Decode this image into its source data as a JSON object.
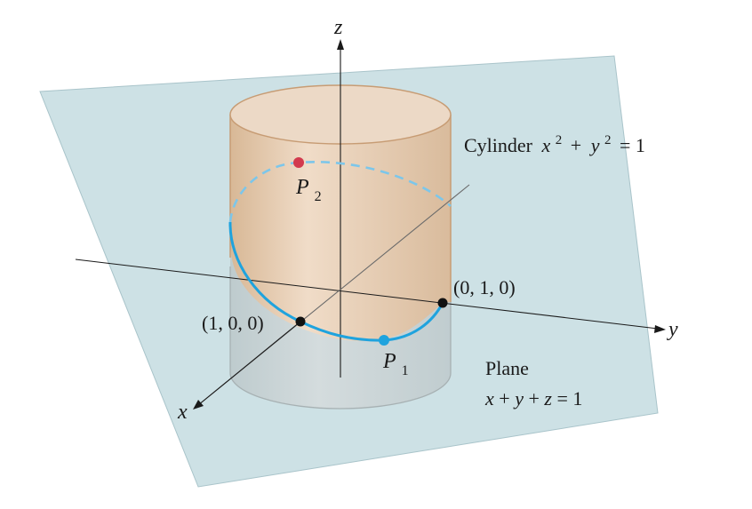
{
  "labels": {
    "axis_z": "z",
    "axis_y": "y",
    "axis_x": "x",
    "cylinder_word": "Cylinder",
    "cylinder_eq_x": "x",
    "cylinder_exp_x": "2",
    "cylinder_plus": "+",
    "cylinder_eq_y": "y",
    "cylinder_exp_y": "2",
    "cylinder_rhs": "= 1",
    "point_010": "(0, 1, 0)",
    "point_100": "(1, 0, 0)",
    "p1_letter": "P",
    "p1_sub": "1",
    "p2_letter": "P",
    "p2_sub": "2",
    "plane_word": "Plane",
    "plane_x": "x",
    "plane_plus1": " + ",
    "plane_y": "y",
    "plane_plus2": " + ",
    "plane_z": "z",
    "plane_rhs": " = 1"
  },
  "colors": {
    "plane_fill": "#c9dfe3",
    "plane_edge": "#9fbcc3",
    "cylinder_fill": "#e8d2bd",
    "cylinder_edge": "#c79c74",
    "curve": "#1fa3de",
    "p1_point": "#1fa3de",
    "p2_point": "#d23a4e",
    "intercept_point": "#111111",
    "axis": "#1a1a1a"
  }
}
